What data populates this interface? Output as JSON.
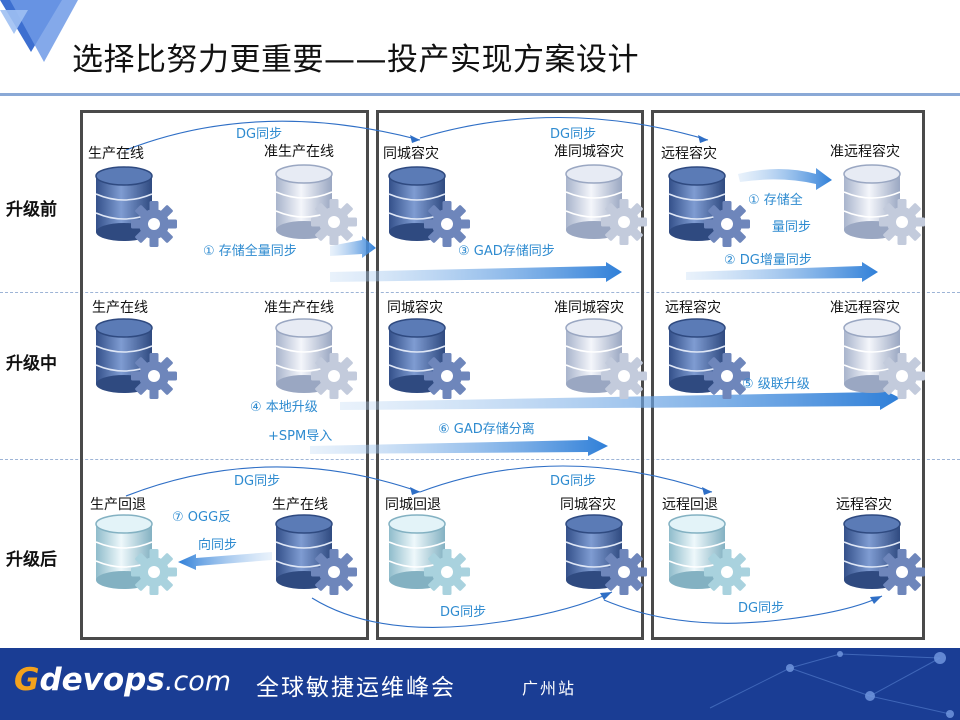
{
  "title": "选择比努力更重要——投产实现方案设计",
  "rows": {
    "before": "升级前",
    "during": "升级中",
    "after": "升级后"
  },
  "nodes": {
    "before": {
      "prod_online": "生产在线",
      "pre_prod_online": "准生产在线",
      "city_dr": "同城容灾",
      "pre_city_dr": "准同城容灾",
      "remote_dr": "远程容灾",
      "pre_remote_dr": "准远程容灾"
    },
    "during": {
      "prod_online": "生产在线",
      "pre_prod_online": "准生产在线",
      "city_dr": "同城容灾",
      "pre_city_dr": "准同城容灾",
      "remote_dr": "远程容灾",
      "pre_remote_dr": "准远程容灾"
    },
    "after": {
      "prod_fallback": "生产回退",
      "prod_online": "生产在线",
      "city_fallback": "同城回退",
      "city_dr": "同城容灾",
      "remote_fallback": "远程回退",
      "remote_dr": "远程容灾"
    }
  },
  "captions": {
    "dg_sync_1": "DG同步",
    "dg_sync_2": "DG同步",
    "step1_storage_full": "① 存储全量同步",
    "step3_gad": "③ GAD存储同步",
    "step1_remote_a": "① 存储全",
    "step1_remote_b": "量同步",
    "step2_dg_inc": "② DG增量同步",
    "step4_a": "④ 本地升级",
    "step4_b": "+SPM导入",
    "step5": "⑤ 级联升级",
    "step6": "⑥ GAD存储分离",
    "after_dg_1": "DG同步",
    "after_dg_2": "DG同步",
    "step7_a": "⑦ OGG反",
    "step7_b": "向同步",
    "after_dg_3": "DG同步",
    "after_dg_4": "DG同步"
  },
  "footer": {
    "brand_g": "G",
    "brand_rest": "devops",
    "brand_com": ".com",
    "summit": "全球敏捷运维峰会",
    "city": "广州站"
  },
  "colors": {
    "accent": "#2e8bd0",
    "footer_bg": "#1a3d94",
    "brand_g": "#f3a21c",
    "db_dark": "#4a6fa5",
    "db_light": "#c9d3e6",
    "db_fallback": "#b9dbe6"
  }
}
